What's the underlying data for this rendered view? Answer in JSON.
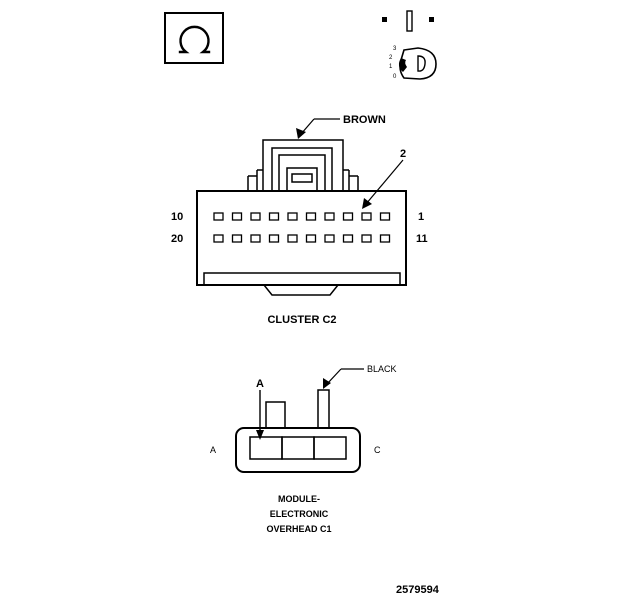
{
  "cluster_connector": {
    "wire_color": "BROWN",
    "pin_callout": "2",
    "row1_left": "10",
    "row1_right": "1",
    "row2_left": "20",
    "row2_right": "11",
    "name": "CLUSTER C2",
    "pins_per_row": 10
  },
  "overhead_connector": {
    "wire_color": "BLACK",
    "callout": "A",
    "side_left": "A",
    "side_right": "C",
    "name_line1": "MODULE-",
    "name_line2": "ELECTRONIC",
    "name_line3": "OVERHEAD C1",
    "cavities": 3
  },
  "terminal_icon": {
    "scale_labels": [
      "3",
      "2",
      "1",
      "0"
    ]
  },
  "figure_number": "2579594"
}
